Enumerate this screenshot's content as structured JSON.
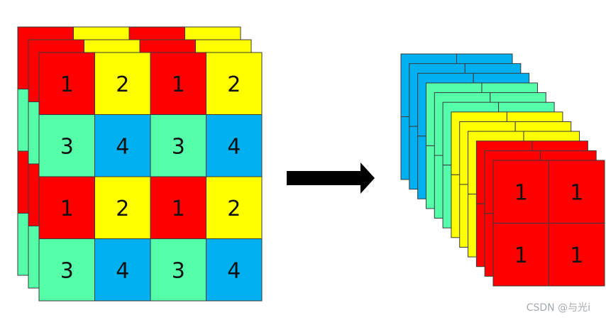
{
  "colors": {
    "red": "#ff0000",
    "yellow": "#ffff00",
    "green": "#55ffaa",
    "blue": "#00b0f0",
    "arrow": "#000000",
    "stroke": "#3a3a3a"
  },
  "input_grid": {
    "cells": [
      [
        "1",
        "2",
        "1",
        "2"
      ],
      [
        "3",
        "4",
        "3",
        "4"
      ],
      [
        "1",
        "2",
        "1",
        "2"
      ],
      [
        "3",
        "4",
        "3",
        "4"
      ]
    ]
  },
  "arrow": {
    "icon": "right-arrow-icon"
  },
  "output_stack": {
    "layer_color_order": [
      "blue",
      "blue",
      "blue",
      "green",
      "green",
      "green",
      "yellow",
      "yellow",
      "yellow",
      "red",
      "red",
      "red"
    ],
    "front_cells": [
      [
        "1",
        "1"
      ],
      [
        "1",
        "1"
      ]
    ]
  },
  "watermark": "CSDN @与光i"
}
